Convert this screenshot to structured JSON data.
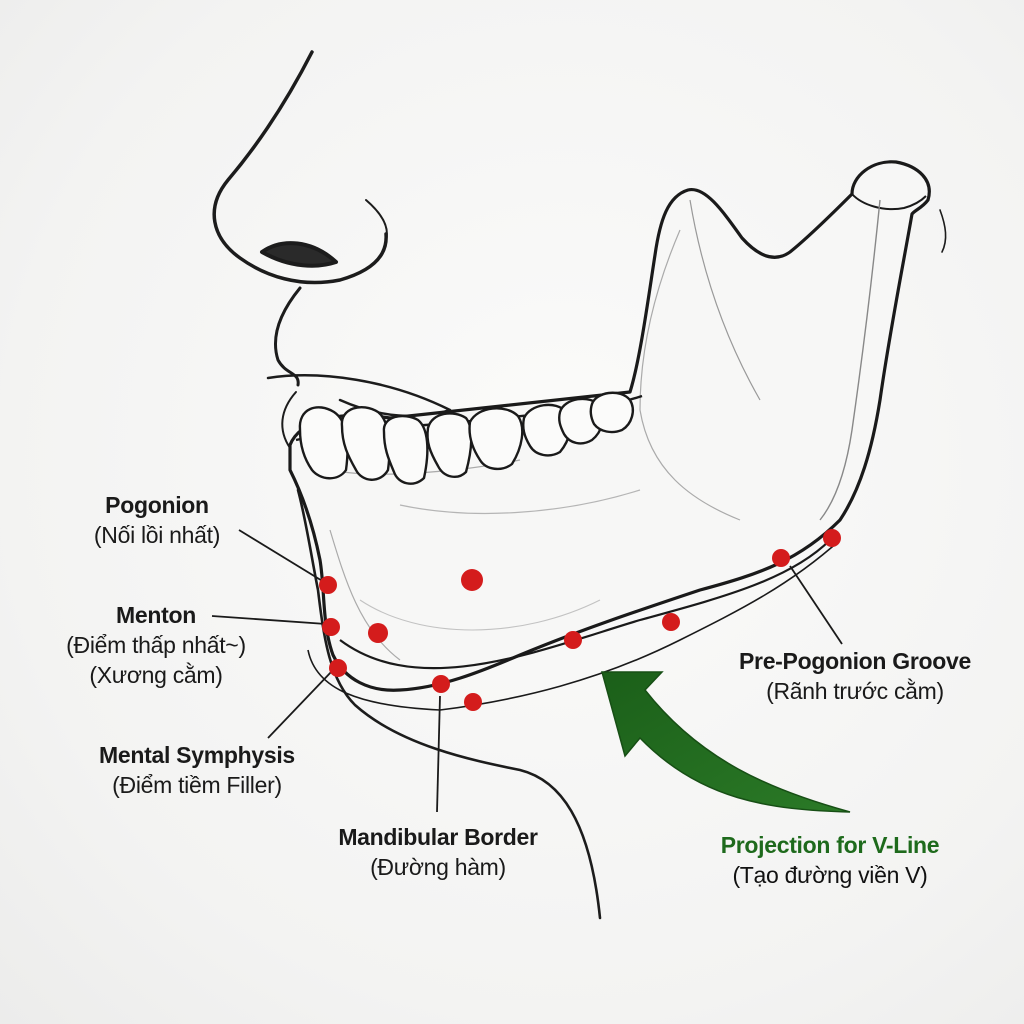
{
  "labels": {
    "pogonion": {
      "en": "Pogonion",
      "vi": "(Nối lồi nhất)"
    },
    "menton": {
      "en": "Menton",
      "vi": "(Điểm thấp nhất~)",
      "vi2": "(Xương cằm)"
    },
    "mental_symphysis": {
      "en": "Mental Symphysis",
      "vi": "(Điểm tiềm Filler)"
    },
    "mandibular_border": {
      "en": "Mandibular Border",
      "vi": "(Đường hàm)"
    },
    "pre_pogonion_groove": {
      "en": "Pre-Pogonion Groove",
      "vi": "(Rãnh trước cằm)"
    },
    "projection": {
      "en": "Projection for V-Line",
      "vi": "(Tạo đường viền V)"
    }
  },
  "colors": {
    "marker": "#d41c1c",
    "arrow": "#1f6b1d",
    "line": "#1a1a1a"
  }
}
